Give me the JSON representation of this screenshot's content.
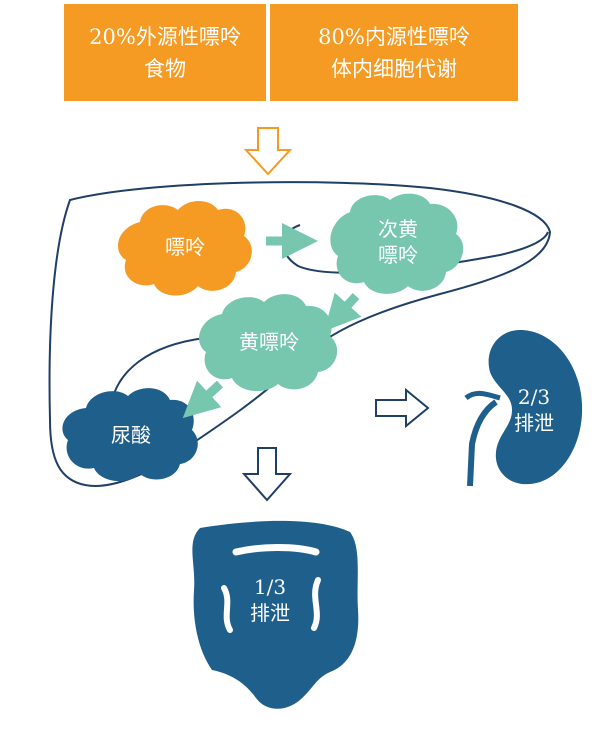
{
  "sources": [
    {
      "line1": "20%外源性嘌呤",
      "line2": "食物",
      "color": "#f59a23"
    },
    {
      "line1": "80%内源性嘌呤",
      "line2": "体内细胞代谢",
      "color": "#f59a23"
    }
  ],
  "nodes": {
    "purine": {
      "label": "嘌呤",
      "color": "#f59a23"
    },
    "hypoxanthine": {
      "line1": "次黄",
      "line2": "嘌呤",
      "color": "#76c7ae"
    },
    "xanthine": {
      "label": "黄嘌呤",
      "color": "#76c7ae"
    },
    "uric_acid": {
      "label": "尿酸",
      "color": "#1f5f8b"
    }
  },
  "excretion": {
    "kidney": {
      "fraction": "2/3",
      "label": "排泄"
    },
    "intestine": {
      "fraction": "1/3",
      "label": "排泄"
    }
  },
  "colors": {
    "outline": "#1f3f66",
    "organ": "#1f5f8b",
    "arrow_green": "#76c7ae",
    "arrow_orange": "#f59a23"
  }
}
